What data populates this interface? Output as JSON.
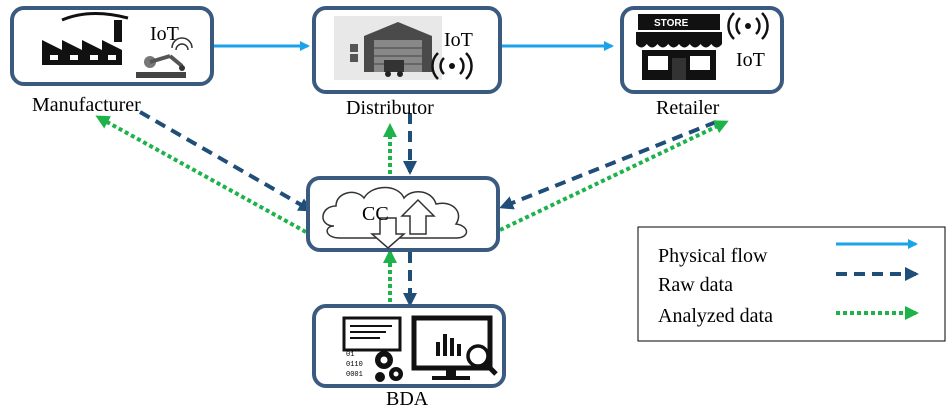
{
  "nodes": {
    "manufacturer": {
      "label": "Manufacturer",
      "tag": "IoT"
    },
    "distributor": {
      "label": "Distributor",
      "tag": "IoT"
    },
    "retailer": {
      "label": "Retailer",
      "tag": "IoT",
      "sign": "STORE"
    },
    "cloud": {
      "label": "CC"
    },
    "bda": {
      "label": "BDA",
      "binary": [
        "01",
        "0110",
        "0001"
      ]
    }
  },
  "legend": {
    "items": [
      {
        "label": "Physical flow",
        "style": "solid",
        "color": "#1aa3e8"
      },
      {
        "label": "Raw data",
        "style": "dashed",
        "color": "#1f4e79"
      },
      {
        "label": "Analyzed data",
        "style": "dotted",
        "color": "#1db34a"
      }
    ]
  },
  "colors": {
    "box_border": "#3a5a80",
    "physical": "#1aa3e8",
    "raw": "#1f4e79",
    "analyzed": "#1db34a"
  }
}
